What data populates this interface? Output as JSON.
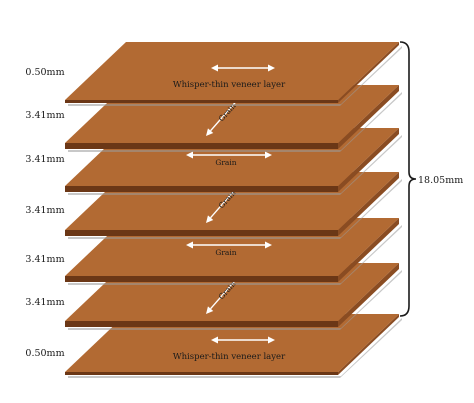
{
  "colors": {
    "sheet_top": "#b26a33",
    "sheet_edge": "#8a4c22",
    "sheet_bottom_edge": "#6b3716",
    "shadow": "#9a9a9a",
    "arrow": "#ffffff",
    "bracket": "#1a1a1a"
  },
  "layers": [
    {
      "thickness": "0.50mm",
      "label": "Whisper-thin veneer layer",
      "kind": "veneer"
    },
    {
      "thickness": "3.41mm",
      "label": "Grain",
      "kind": "grain-diagonal"
    },
    {
      "thickness": "3.41mm",
      "label": "Grain",
      "kind": "grain-horizontal"
    },
    {
      "thickness": "3.41mm",
      "label": "Grain",
      "kind": "grain-diagonal"
    },
    {
      "thickness": "3.41mm",
      "label": "Grain",
      "kind": "grain-horizontal"
    },
    {
      "thickness": "3.41mm",
      "label": "Grain",
      "kind": "grain-diagonal"
    },
    {
      "thickness": "0.50mm",
      "label": "Whisper-thin veneer layer",
      "kind": "veneer"
    }
  ],
  "total_thickness": "18.05mm"
}
